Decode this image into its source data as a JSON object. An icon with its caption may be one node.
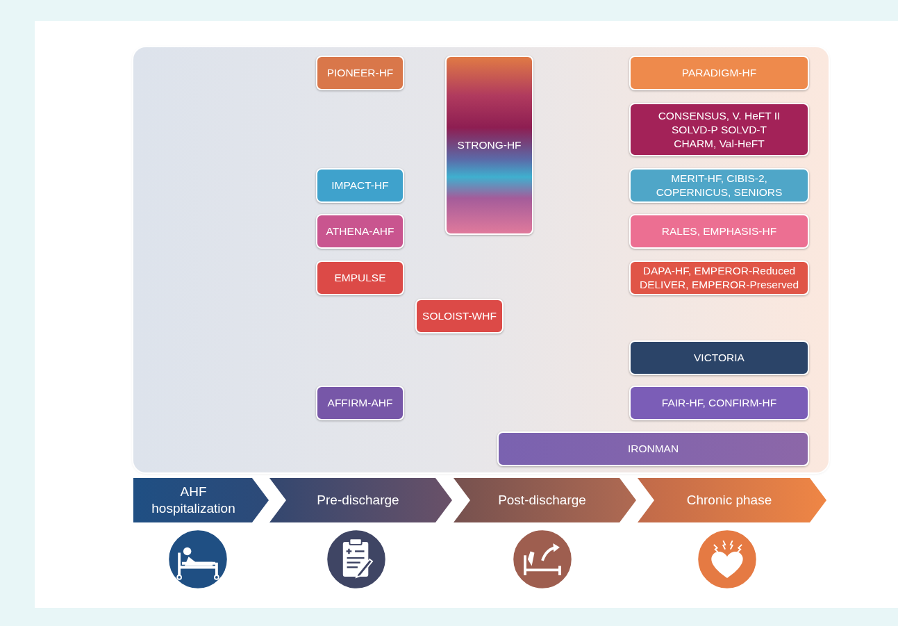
{
  "diagram": {
    "nodes": [
      {
        "text": [
          "PIONEER-HF"
        ]
      },
      {
        "text": [
          "STRONG-HF"
        ]
      },
      {
        "text": [
          "PARADIGM-HF"
        ]
      },
      {
        "text": [
          "CONSENSUS, V. HeFT II SOLVD-P SOLVD-T CHARM, Val-HeFT"
        ]
      },
      {
        "text": [
          "IMPACT-HF"
        ]
      },
      {
        "text": [
          "MERIT-HF, CIBIS-2, COPERNICUS, SENIORS"
        ]
      },
      {
        "text": [
          "ATHENA-AHF"
        ]
      },
      {
        "text": [
          "RALES, EMPHASIS-HF"
        ]
      },
      {
        "text": [
          "EMPULSE"
        ]
      },
      {
        "text": [
          "DAPA-HF, EMPEROR-Reduced DELIVER, EMPEROR-Preserved"
        ]
      },
      {
        "text": [
          "SOLOIST-WHF"
        ]
      },
      {
        "text": [
          "VICTORIA"
        ]
      },
      {
        "text": [
          "AFFIRM-AHF"
        ]
      },
      {
        "text": [
          "FAIR-HF, CONFIRM-HF"
        ]
      },
      {
        "text": [
          "IRONMAN"
        ]
      },
      {
        "text": [
          "AHF hospitalization"
        ]
      },
      {
        "text": [
          "Pre-discharge"
        ]
      },
      {
        "text": [
          "Post-discharge"
        ]
      },
      {
        "text": [
          "Chronic phase"
        ]
      }
    ],
    "edges": []
  }
}
